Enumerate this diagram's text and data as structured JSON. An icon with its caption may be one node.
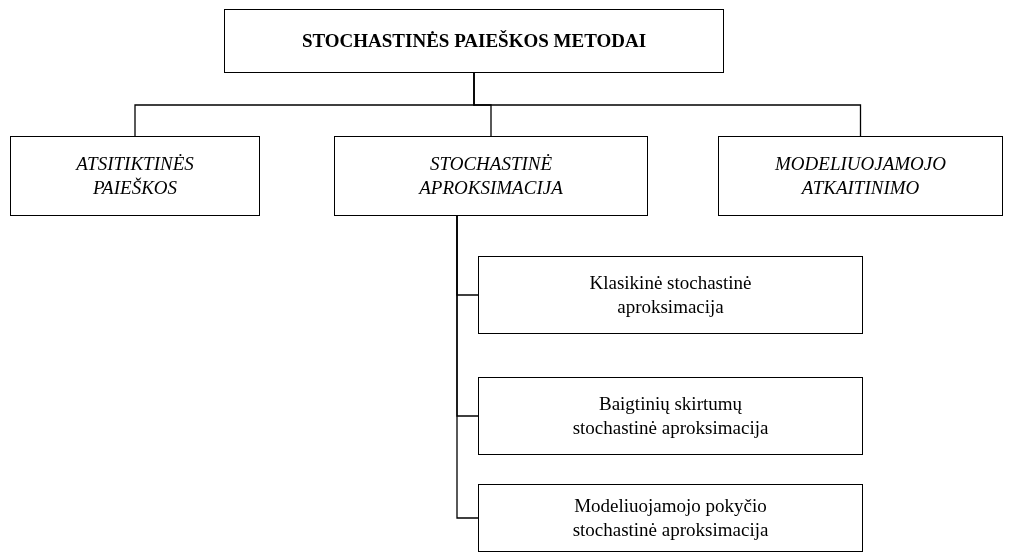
{
  "diagram": {
    "nodes": [
      {
        "text": [
          "STOCHASTINĖS PAIEŠKOS METODAI"
        ]
      },
      {
        "text": [
          "ATSITIKTINĖS PAIEŠKOS"
        ]
      },
      {
        "text": [
          "STOCHASTINĖ APROKSIMACIJA"
        ]
      },
      {
        "text": [
          "MODELIUOJAMOJO ATKAITINIMO"
        ]
      },
      {
        "text": [
          "Klasikinė stochastinė aproksimacija"
        ]
      },
      {
        "text": [
          "Baigtinių skirtumų stochastinė aproksimacija"
        ]
      },
      {
        "text": [
          "Modeliuojamojo pokyčio stochastinė aproksimacija"
        ]
      }
    ],
    "edges": [
      {
        "from": 0,
        "to": 1,
        "arrow": "none"
      },
      {
        "from": 0,
        "to": 2,
        "arrow": "none"
      },
      {
        "from": 0,
        "to": 3,
        "arrow": "none"
      },
      {
        "from": 2,
        "to": 4,
        "arrow": "none"
      },
      {
        "from": 2,
        "to": 5,
        "arrow": "none"
      },
      {
        "from": 2,
        "to": 6,
        "arrow": "none"
      }
    ]
  }
}
